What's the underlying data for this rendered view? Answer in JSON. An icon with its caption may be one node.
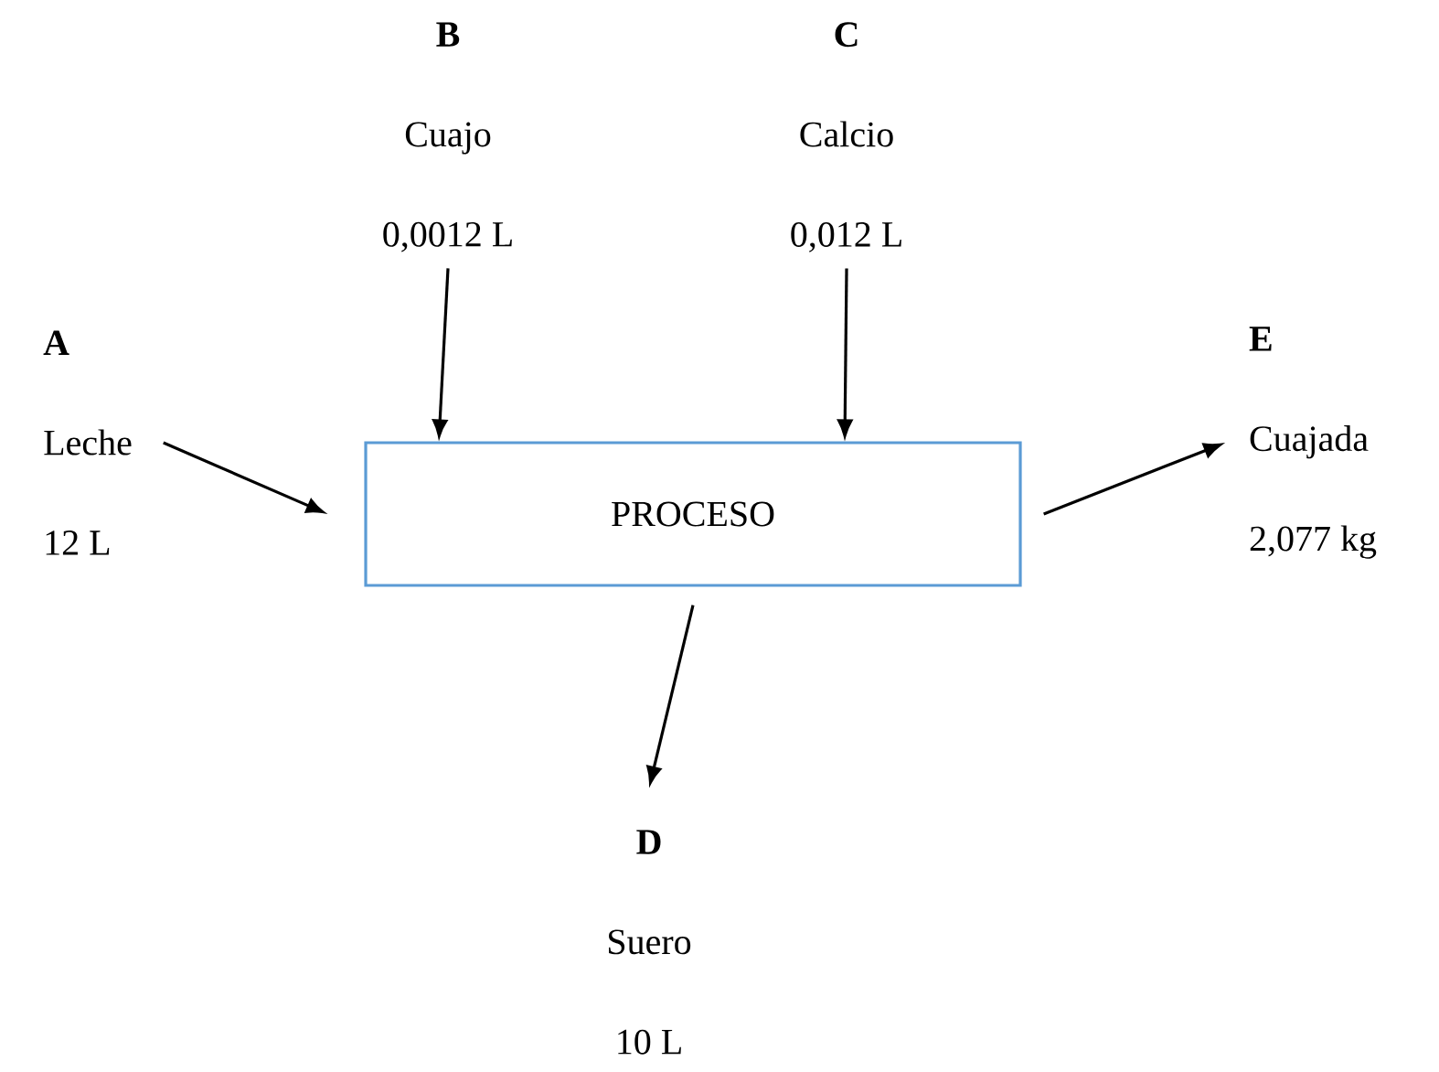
{
  "diagram": {
    "nodes": [
      {
        "text": [
          "B",
          "Cuajo",
          "0,0012 L"
        ]
      },
      {
        "text": [
          "C",
          "Calcio",
          "0,012 L"
        ]
      },
      {
        "text": [
          "A",
          "Leche",
          "12 L"
        ]
      },
      {
        "text": [
          "PROCESO"
        ]
      },
      {
        "text": [
          "E",
          "Cuajada",
          "2,077 kg"
        ]
      },
      {
        "text": [
          "D",
          "Suero",
          "10 L"
        ]
      }
    ],
    "edges": [
      {
        "from": 0,
        "to": 3,
        "arrow": "to"
      },
      {
        "from": 1,
        "to": 3,
        "arrow": "to"
      },
      {
        "from": 2,
        "to": 3,
        "arrow": "to"
      },
      {
        "from": 3,
        "to": 4,
        "arrow": "to"
      },
      {
        "from": 3,
        "to": 5,
        "arrow": "to"
      }
    ]
  }
}
